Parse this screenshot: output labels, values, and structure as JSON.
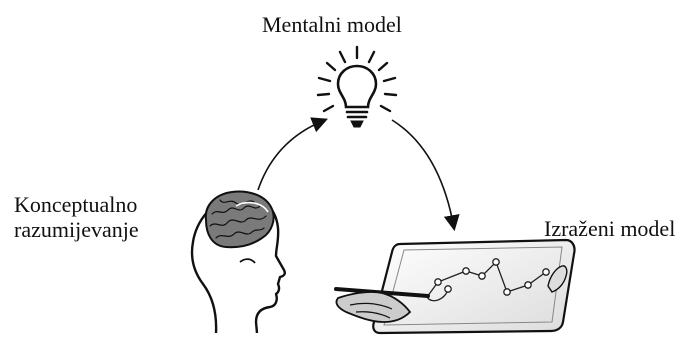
{
  "diagram": {
    "mental_model_label": "Mentalni model",
    "conceptual_label_line1": "Konceptualno",
    "conceptual_label_line2": "razumijevanje",
    "expressed_model_label": "Izraženi model"
  },
  "icons": {
    "top": "lightbulb-icon",
    "left": "head-with-brain-icon",
    "right": "hand-drawing-on-tablet-icon"
  },
  "colors": {
    "ink": "#111111",
    "brain": "#7a7a7a",
    "tablet": "#f2f2f2"
  }
}
